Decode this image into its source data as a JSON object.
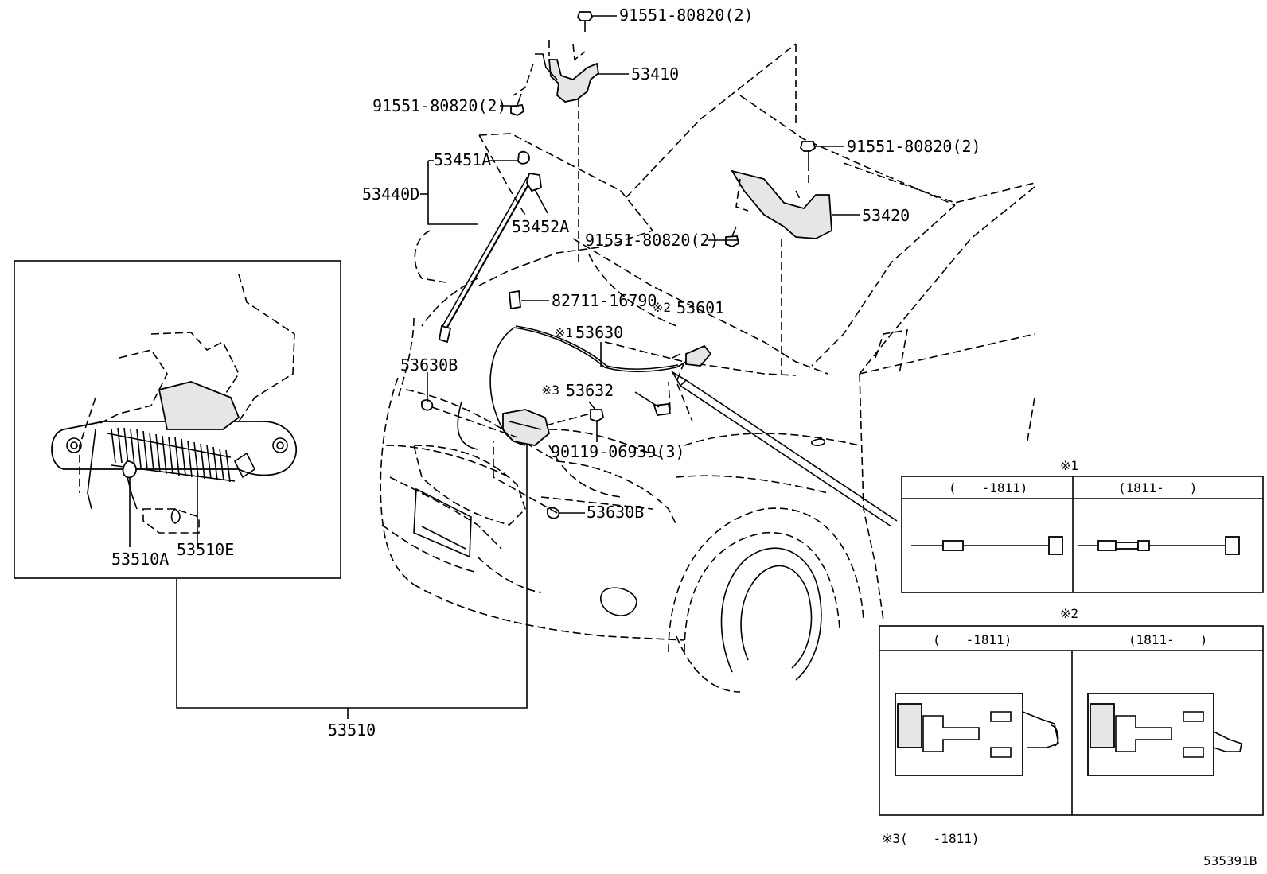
{
  "labels": {
    "bolt_top": "91551-80820(2)",
    "hinge_left": "53410",
    "bolt_left": "91551-80820(2)",
    "bolt_right_top": "91551-80820(2)",
    "support_cushion": "53451A",
    "support_assy": "53440D",
    "hinge_right": "53420",
    "retainer": "53452A",
    "bolt_right_bottom": "91551-80820(2)",
    "clamp": "82711-16790",
    "lever_note": "※2",
    "lever": "53601",
    "cable_note": "※1",
    "cable": "53630",
    "bumper_top": "53630B",
    "clamp2_note": "※3",
    "clamp2": "53632",
    "bolt_lock": "90119-06939(3)",
    "bumper_bottom": "53630B",
    "lock_part_a": "53510A",
    "lock_part_e": "53510E",
    "lock_assy": "53510",
    "diagram_id": "535391B"
  },
  "notes": {
    "note1": {
      "title": "※1",
      "col_left": "(　　-1811)",
      "col_right": "(1811-　　)"
    },
    "note2": {
      "title": "※2",
      "col_left": "(　　-1811)",
      "col_right": "(1811-　　)"
    },
    "note3": "※3(　　-1811)"
  }
}
